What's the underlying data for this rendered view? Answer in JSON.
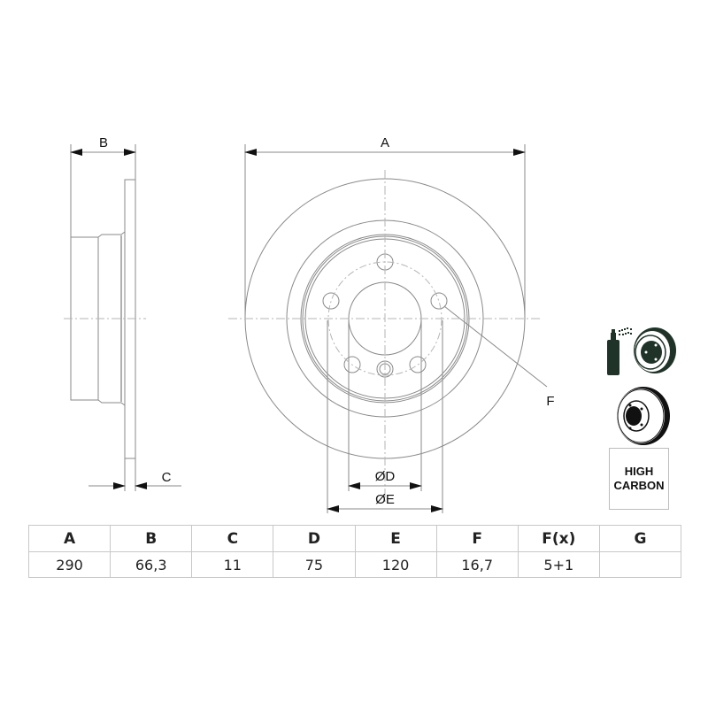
{
  "drawing": {
    "title": "Brake disc technical drawing",
    "dimension_labels": {
      "A": "A",
      "B": "B",
      "C": "C",
      "D": "ØD",
      "E": "ØE",
      "F": "F"
    },
    "colors": {
      "line": "#8a8a8a",
      "centerline": "#b5b5b5",
      "text": "#111111",
      "icon": "#1f3328"
    }
  },
  "icons": {
    "coated": "coated-disc-spray-icon",
    "disc": "disc-with-hub-icon",
    "badge": {
      "line1": "HIGH",
      "line2": "CARBON"
    }
  },
  "spec_table": {
    "headers": [
      "A",
      "B",
      "C",
      "D",
      "E",
      "F",
      "F(x)",
      "G"
    ],
    "values": [
      "290",
      "66,3",
      "11",
      "75",
      "120",
      "16,7",
      "5+1",
      ""
    ]
  }
}
